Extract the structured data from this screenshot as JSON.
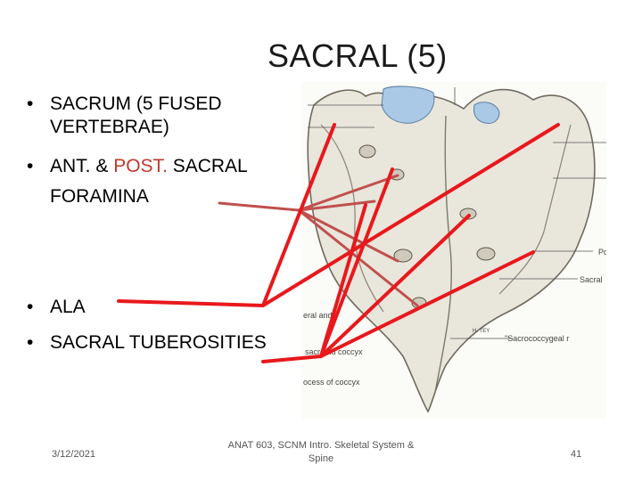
{
  "slide": {
    "title": "SACRAL (5)",
    "bullets": [
      {
        "line1": "SACRUM (5 FUSED",
        "line2": "VERTEBRAE)"
      },
      {
        "pre": "ANT. & ",
        "highlight": "POST.",
        "post": " SACRAL",
        "line2": "FORAMINA"
      },
      {
        "line1": "ALA"
      },
      {
        "line1": "SACRAL TUBEROSITIES"
      }
    ],
    "bullet_glyph": "•",
    "highlight_color": "#c0392b",
    "arrow_color": "#e8181c",
    "figure_labels": {
      "po": "Po",
      "sacral": "Sacral",
      "eral_and": "eral and",
      "sacrococcygeal": "\"Sacrococcygeal r",
      "sacr_coccyx": "sacr and coccyx",
      "ocess_coccyx": "ocess of coccyx",
      "tag": "H. TEY"
    }
  },
  "footer": {
    "date": "3/12/2021",
    "center_line1": "ANAT 603, SCNM Intro. Skeletal System &",
    "center_line2": "Spine",
    "page": "41"
  }
}
